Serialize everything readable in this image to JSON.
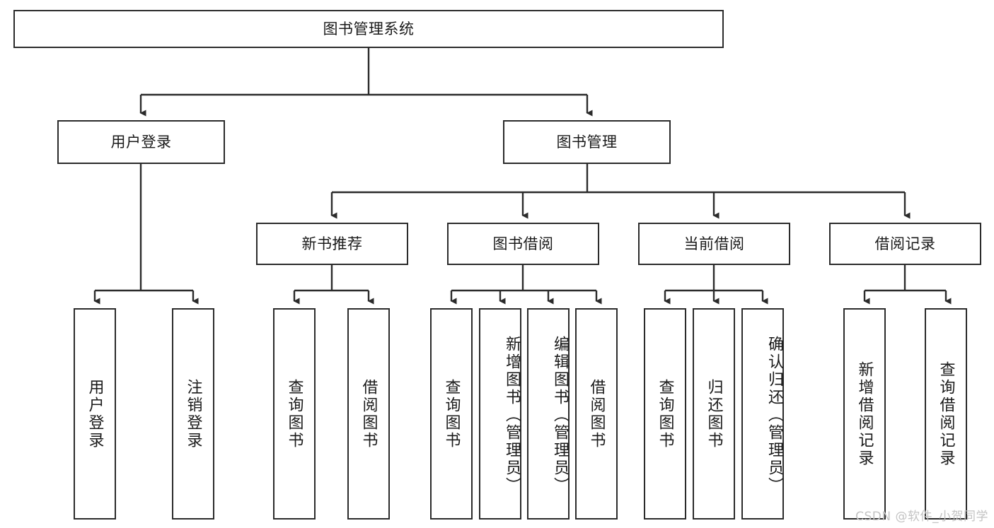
{
  "diagram": {
    "title": "图书管理系统",
    "type": "hierarchy-tree",
    "watermark": "CSDN @软件_小贺同学",
    "colors": {
      "box_border": "#2b2b2b",
      "connector": "#2b2b2b",
      "text": "#1a1a1a",
      "background": "#ffffff",
      "watermark": "#c3c3c3"
    },
    "root": {
      "label": "图书管理系统"
    },
    "level2": [
      {
        "label": "用户登录"
      },
      {
        "label": "图书管理"
      }
    ],
    "level3": [
      {
        "label": "新书推荐"
      },
      {
        "label": "图书借阅"
      },
      {
        "label": "当前借阅"
      },
      {
        "label": "借阅记录"
      }
    ],
    "leaves": {
      "user_login": [
        {
          "label": "用户登录"
        },
        {
          "label": "注销登录"
        }
      ],
      "new_book_recommend": [
        {
          "label": "查询图书"
        },
        {
          "label": "借阅图书"
        }
      ],
      "book_borrow": [
        {
          "label": "查询图书"
        },
        {
          "label": "新增图书（管理员）"
        },
        {
          "label": "编辑图书（管理员）"
        },
        {
          "label": "借阅图书"
        }
      ],
      "current_borrow": [
        {
          "label": "查询图书"
        },
        {
          "label": "归还图书"
        },
        {
          "label": "确认归还（管理员）"
        }
      ],
      "borrow_record": [
        {
          "label": "新增借阅记录"
        },
        {
          "label": "查询借阅记录"
        }
      ]
    }
  }
}
